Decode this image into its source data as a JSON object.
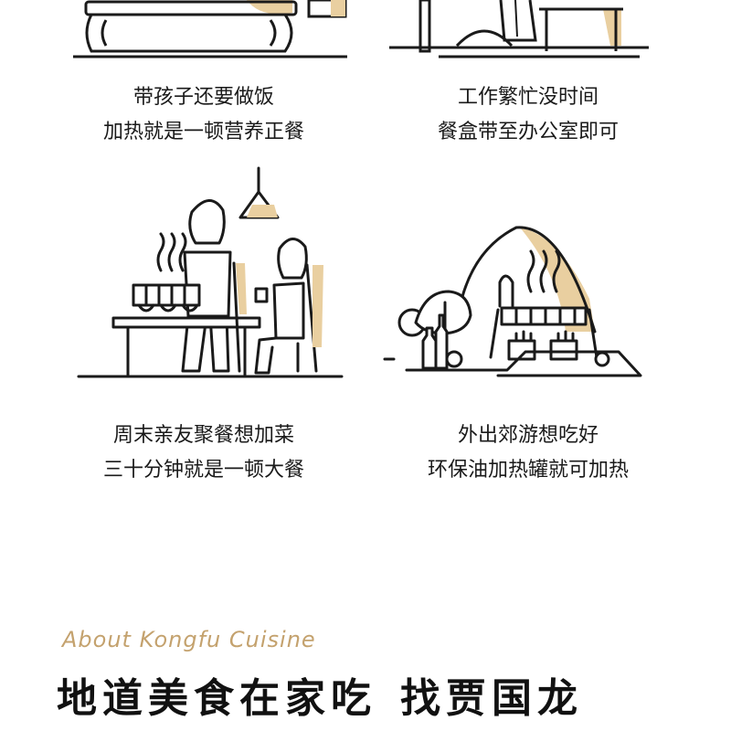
{
  "colors": {
    "accent": "#e9cfa0",
    "ink": "#1a1a1a",
    "brand": "#c4a26e"
  },
  "scenes": [
    {
      "id": "kids",
      "line1": "带孩子还要做饭",
      "line2": "加热就是一顿营养正餐"
    },
    {
      "id": "office",
      "line1": "工作繁忙没时间",
      "line2": "餐盒带至办公室即可"
    },
    {
      "id": "friends",
      "line1": "周末亲友聚餐想加菜",
      "line2": "三十分钟就是一顿大餐"
    },
    {
      "id": "outing",
      "line1": "外出郊游想吃好",
      "line2": "环保油加热罐就可加热"
    }
  ],
  "about": {
    "subtitle": "About Kongfu Cuisine"
  },
  "slogan": {
    "part1": "地道美食在家吃",
    "part2": "找贾国龙"
  }
}
